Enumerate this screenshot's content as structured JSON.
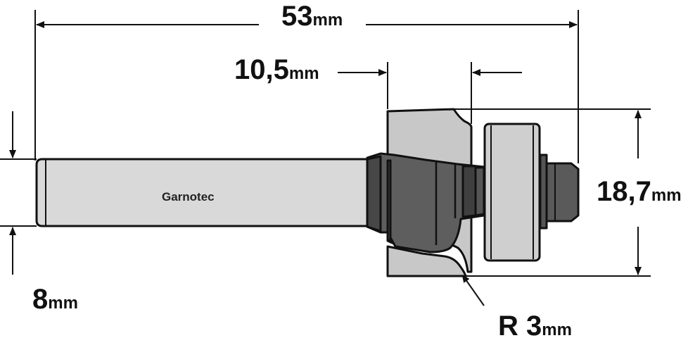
{
  "brand_label": "Garnotec",
  "dimensions": {
    "overall_length": {
      "value": "53",
      "unit": "mm"
    },
    "cutting_length": {
      "value": "10,5",
      "unit": "mm"
    },
    "diameter": {
      "value": "18,7",
      "unit": "mm"
    },
    "shank_diameter": {
      "value": "8",
      "unit": "mm"
    },
    "radius": {
      "value": "R 3",
      "unit": "mm"
    }
  },
  "colors": {
    "line": "#111111",
    "shank": "#d9d9d9",
    "body_dark": "#4a4a4a",
    "body_mid": "#5e5e5e",
    "carbide": "#c8c8c8",
    "bearing": "#cfcfcf"
  }
}
